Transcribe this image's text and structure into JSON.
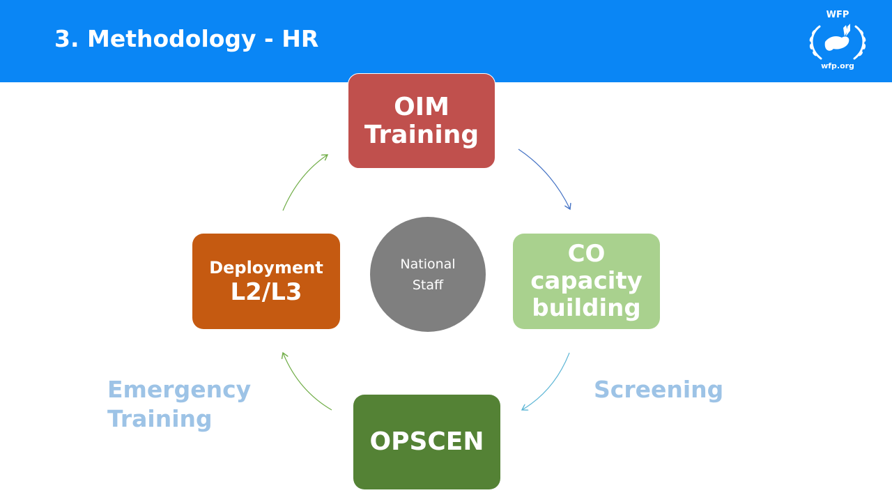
{
  "slide": {
    "title": "3. Methodology - HR"
  },
  "logo": {
    "top_text": "WFP",
    "bottom_text": "wfp.org"
  },
  "cycle": {
    "center": "National\nStaff",
    "nodes": {
      "oim": "OIM\nTraining",
      "co": "CO\ncapacity\nbuilding",
      "opscen": "OPSCEN",
      "deployment_small": "Deployment",
      "deployment_large": "L2/L3"
    }
  },
  "labels": {
    "emergency": "Emergency\nTraining",
    "screening": "Screening"
  },
  "colors": {
    "header": "#0a86f5",
    "oim": "#c0504d",
    "co": "#a9d18e",
    "opscen": "#548235",
    "deployment": "#c55a11",
    "center": "#7f7f7f",
    "side_labels": "#9dc3e6"
  }
}
